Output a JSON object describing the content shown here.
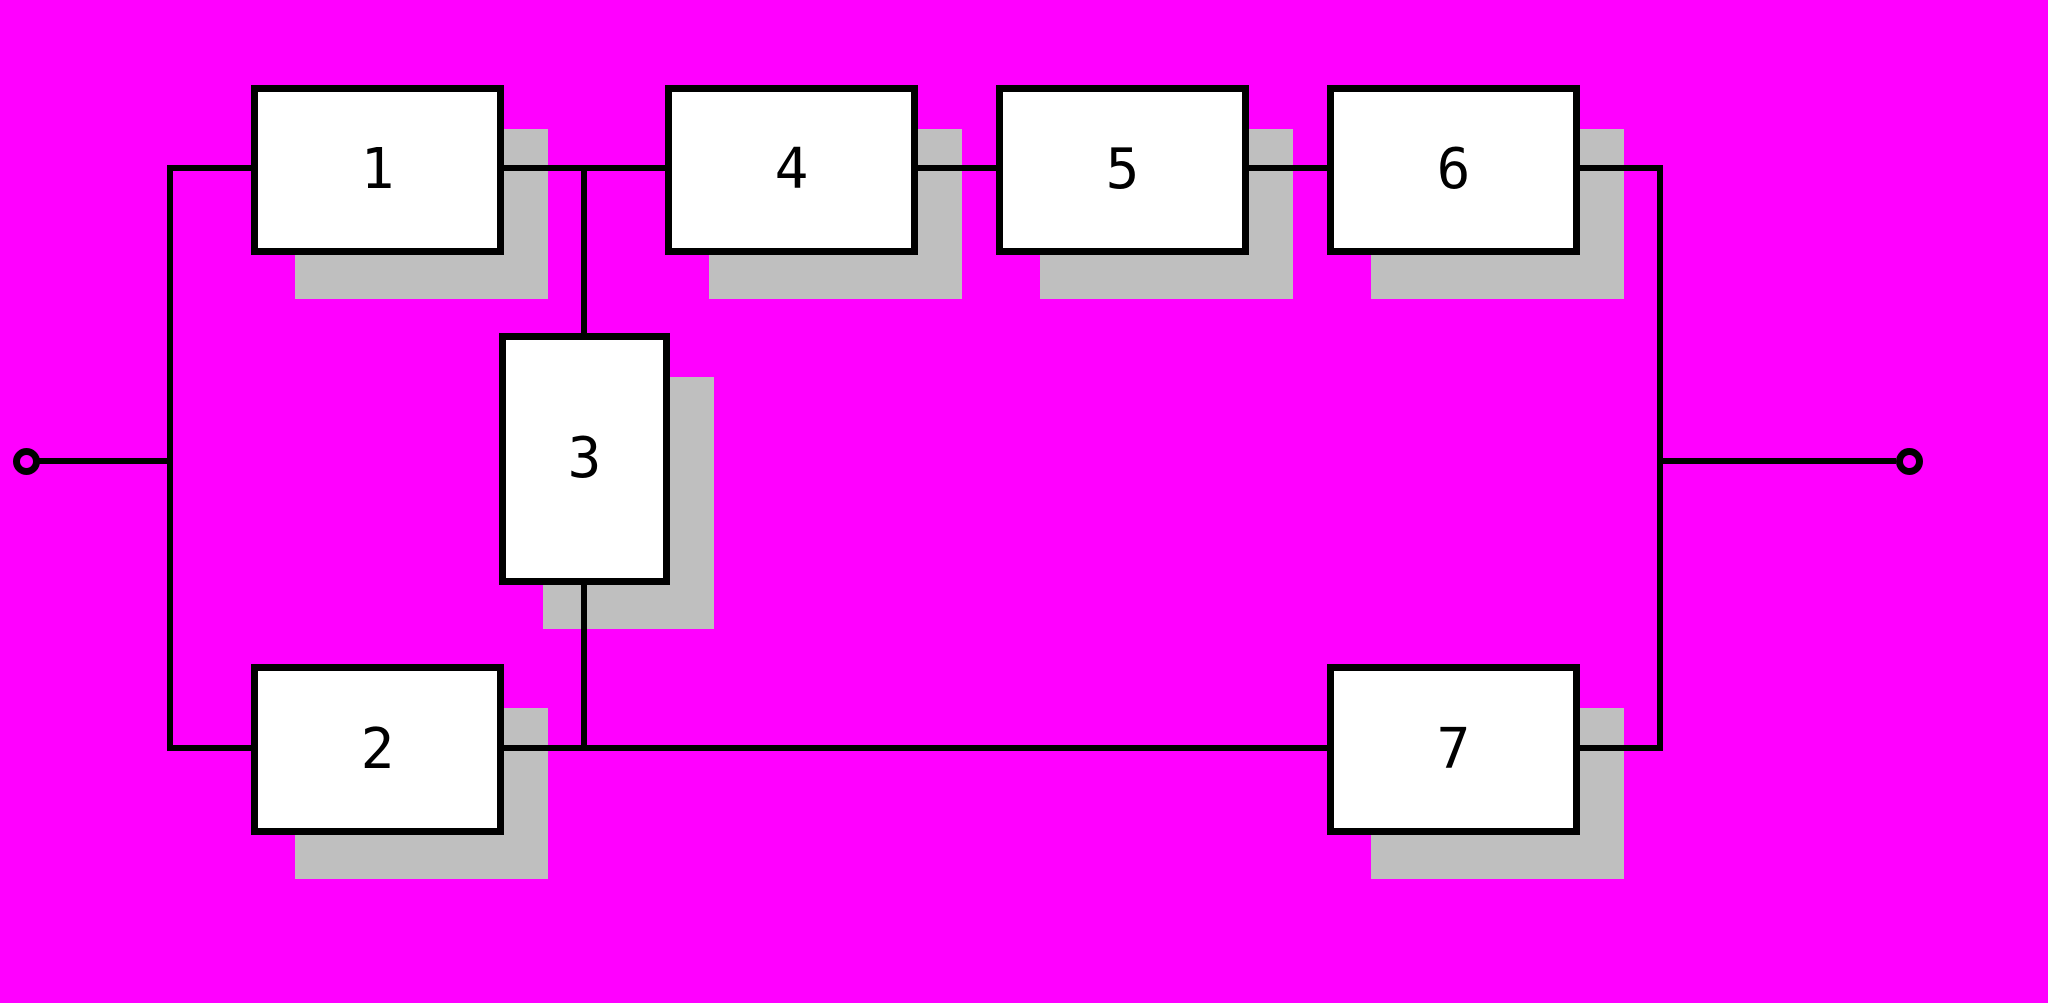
{
  "diagram": {
    "kind": "reliability-block-diagram",
    "blocks": [
      {
        "id": "1",
        "label": "1"
      },
      {
        "id": "2",
        "label": "2"
      },
      {
        "id": "3",
        "label": "3"
      },
      {
        "id": "4",
        "label": "4"
      },
      {
        "id": "5",
        "label": "5"
      },
      {
        "id": "6",
        "label": "6"
      },
      {
        "id": "7",
        "label": "7"
      }
    ],
    "terminals": [
      {
        "id": "input",
        "side": "left"
      },
      {
        "id": "output",
        "side": "right"
      }
    ],
    "connections": [
      [
        "input",
        "1"
      ],
      [
        "input",
        "2"
      ],
      [
        "1",
        "3"
      ],
      [
        "1",
        "4"
      ],
      [
        "3",
        "bottom-rail"
      ],
      [
        "2",
        "bottom-rail"
      ],
      [
        "4",
        "5"
      ],
      [
        "5",
        "6"
      ],
      [
        "6",
        "right-rail"
      ],
      [
        "bottom-rail",
        "7"
      ],
      [
        "7",
        "right-rail"
      ],
      [
        "right-rail",
        "output"
      ]
    ]
  },
  "colors": {
    "background": "#FF00FF",
    "block_fill": "#FFFFFF",
    "block_border": "#000000",
    "wire": "#000000",
    "shadow": "#BFBFBF"
  }
}
